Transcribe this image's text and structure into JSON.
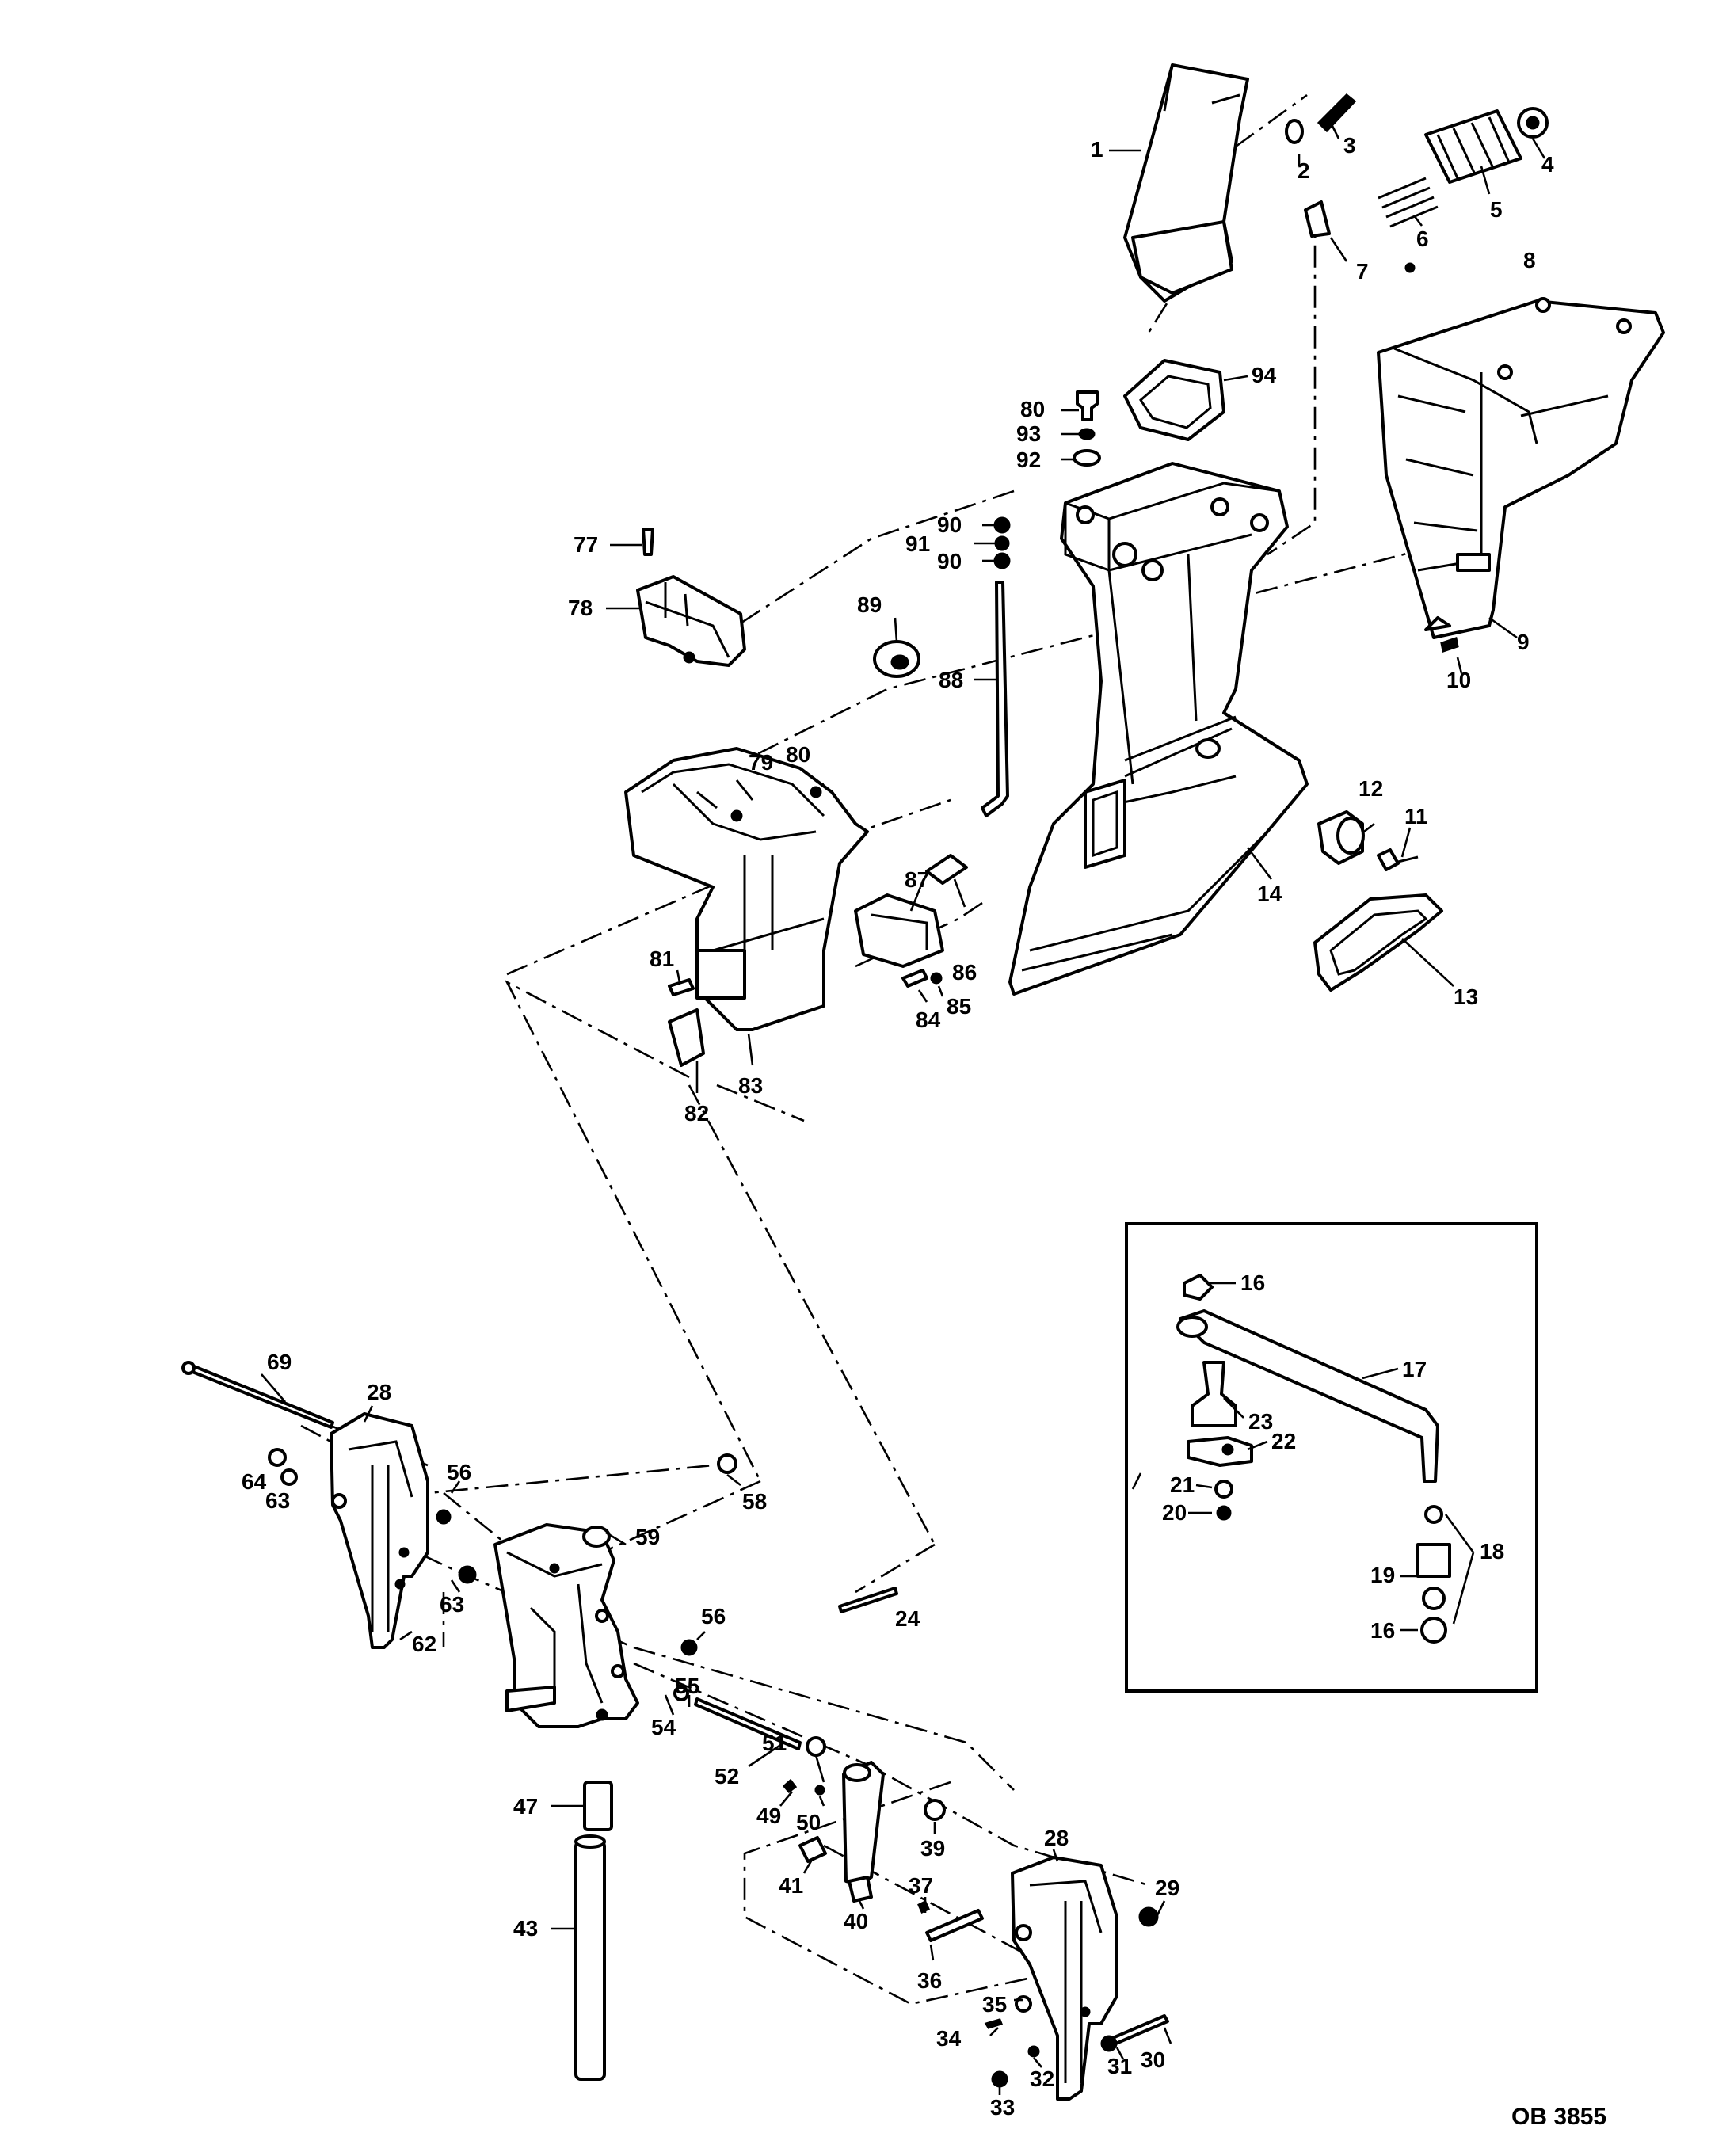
{
  "diagram": {
    "code": "OB 3855",
    "callouts": [
      "1",
      "2",
      "3",
      "4",
      "5",
      "6",
      "7",
      "8",
      "9",
      "10",
      "11",
      "12",
      "13",
      "14",
      "16",
      "17",
      "18",
      "19",
      "16",
      "20",
      "21",
      "22",
      "23",
      "24",
      "28",
      "28",
      "29",
      "30",
      "31",
      "32",
      "33",
      "34",
      "35",
      "36",
      "37",
      "39",
      "40",
      "41",
      "43",
      "47",
      "49",
      "50",
      "51",
      "52",
      "54",
      "55",
      "56",
      "56",
      "58",
      "59",
      "62",
      "63",
      "63",
      "64",
      "69",
      "77",
      "78",
      "79",
      "80",
      "80",
      "81",
      "82",
      "83",
      "84",
      "85",
      "86",
      "87",
      "88",
      "89",
      "90",
      "91",
      "90",
      "92",
      "93",
      "94"
    ]
  }
}
